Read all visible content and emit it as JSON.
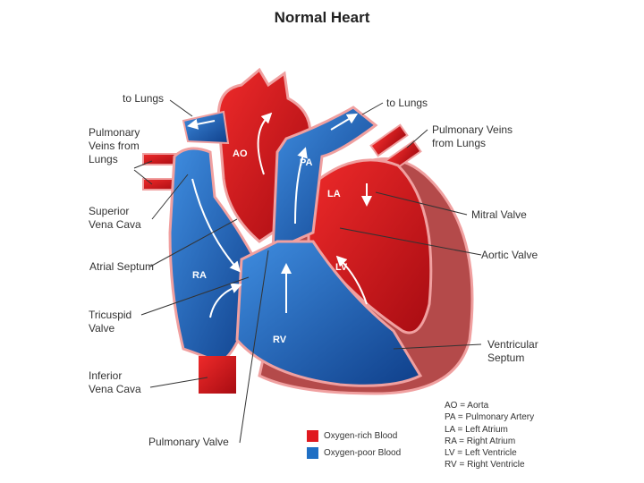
{
  "title": "Normal Heart",
  "labels": {
    "to_lungs_left": "to Lungs",
    "pulmonary_veins_left": [
      "Pulmonary",
      "Veins from",
      "Lungs"
    ],
    "superior_vena_cava": [
      "Superior",
      "Vena Cava"
    ],
    "atrial_septum": "Atrial Septum",
    "tricuspid_valve": [
      "Tricuspid",
      "Valve"
    ],
    "inferior_vena_cava": [
      "Inferior",
      "Vena Cava"
    ],
    "pulmonary_valve": "Pulmonary Valve",
    "to_lungs_right": "to Lungs",
    "pulmonary_veins_right": [
      "Pulmonary Veins",
      "from Lungs"
    ],
    "mitral_valve": "Mitral Valve",
    "aortic_valve": "Aortic Valve",
    "ventricular_septum": [
      "Ventricular",
      "Septum"
    ]
  },
  "chambers": {
    "ao": "AO",
    "pa": "PA",
    "la": "LA",
    "lv": "LV",
    "ra": "RA",
    "rv": "RV"
  },
  "legend": [
    {
      "label": "Oxygen-rich Blood",
      "color": "#e0191f"
    },
    {
      "label": "Oxygen-poor Blood",
      "color": "#1f6fc4"
    }
  ],
  "abbreviations": [
    "AO = Aorta",
    "PA = Pulmonary Artery",
    "LA = Left Atrium",
    "RA = Right Atrium",
    "LV = Left Ventricle",
    "RV = Right Ventricle"
  ],
  "colors": {
    "red": "#d8141c",
    "dark_red": "#b01018",
    "muscle": "#b44a4a",
    "blue": "#1f66c0",
    "dark_blue": "#0f3f8a",
    "outline": "#f0a0a0"
  }
}
